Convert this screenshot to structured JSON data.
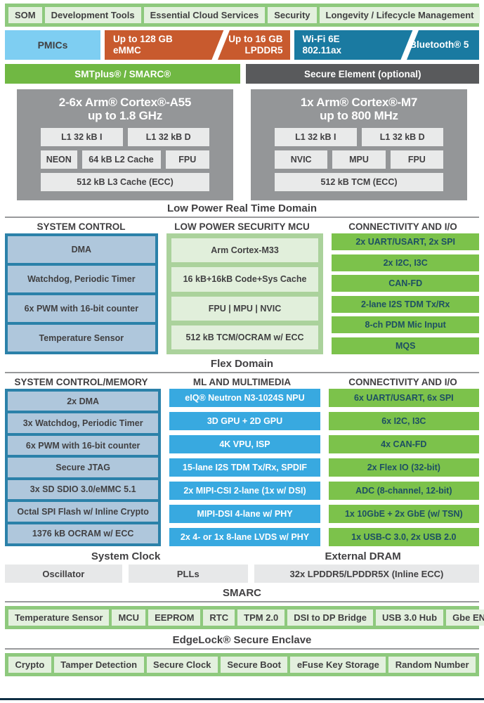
{
  "colors": {
    "band_green": "#8ec97d",
    "band_box_green": "#e3f0de",
    "pmics_blue": "#7ecef2",
    "memory_orange": "#c85a2e",
    "wireless_teal": "#1a7aa1",
    "smtplus_green": "#70b843",
    "secure_element_gray": "#595a5c",
    "cpu_gray": "#949698",
    "cpu_box_gray": "#e9eaea",
    "control_border_teal": "#2b81a9",
    "control_box_blue": "#afc7dc",
    "security_mcu_green": "#abd29c",
    "security_mcu_box": "#e1efdb",
    "connectivity_green": "#7cc24b",
    "connectivity_text": "#1d4f63",
    "ml_blue": "#38a9e0",
    "text_dark": "#414042",
    "divider_gray": "#98999b",
    "footer_navy": "#0f2f45"
  },
  "top_band": {
    "items": [
      "SOM",
      "Development Tools",
      "Essential Cloud Services",
      "Security",
      "Longevity / Lifecycle Management"
    ]
  },
  "hardware_row": {
    "pmics": "PMICs",
    "memory": {
      "left_line1": "Up to 128 GB",
      "left_line2": "eMMC",
      "right_line1": "Up to 16 GB",
      "right_line2": "LPDDR5"
    },
    "wireless": {
      "left_line1": "Wi-Fi 6E",
      "left_line2": "802.11ax",
      "right": "Bluetooth® 5"
    }
  },
  "platform_bars": {
    "smtplus": "SMTplus® / SMARC®",
    "secure_element": "Secure Element (optional)"
  },
  "cpu_blocks": {
    "a55": {
      "title_line1": "2-6x Arm® Cortex®-A55",
      "title_line2": "up to 1.8 GHz",
      "row1": [
        "L1 32 kB I",
        "L1 32 kB D"
      ],
      "row2": [
        "NEON",
        "64 kB L2 Cache",
        "FPU"
      ],
      "row3": "512 kB L3 Cache (ECC)"
    },
    "m7": {
      "title_line1": "1x Arm® Cortex®-M7",
      "title_line2": "up to 800 MHz",
      "row1": [
        "L1 32 kB I",
        "L1 32 kB D"
      ],
      "row2": [
        "NVIC",
        "MPU",
        "FPU"
      ],
      "row3": "512 kB TCM (ECC)"
    }
  },
  "section_titles": {
    "low_power": "Low Power Real Time Domain",
    "flex": "Flex Domain",
    "system_clock": "System Clock",
    "external_dram": "External DRAM",
    "smarc": "SMARC",
    "edgelock": "EdgeLock® Secure Enclave"
  },
  "flex_domain": {
    "headers": [
      "SYSTEM CONTROL",
      "LOW POWER SECURITY MCU",
      "CONNECTIVITY AND I/O"
    ],
    "system_control": [
      "DMA",
      "Watchdog, Periodic Timer",
      "6x PWM with 16-bit counter",
      "Temperature Sensor"
    ],
    "security_mcu": [
      "Arm Cortex-M33",
      "16 kB+16kB Code+Sys Cache",
      "FPU | MPU | NVIC",
      "512 kB TCM/OCRAM w/ ECC"
    ],
    "connectivity": [
      "2x UART/USART, 2x SPI",
      "2x I2C, I3C",
      "CAN-FD",
      "2-lane I2S TDM Tx/Rx",
      "8-ch PDM Mic Input",
      "MQS"
    ]
  },
  "main_domain": {
    "headers": [
      "SYSTEM CONTROL/MEMORY",
      "ML AND MULTIMEDIA",
      "CONNECTIVITY AND I/O"
    ],
    "system_control_memory": [
      "2x DMA",
      "3x Watchdog, Periodic Timer",
      "6x PWM with 16-bit counter",
      "Secure JTAG",
      "3x SD SDIO 3.0/eMMC 5.1",
      "Octal SPI Flash w/ Inline Crypto",
      "1376 kB OCRAM w/ ECC"
    ],
    "ml_multimedia": [
      "eIQ® Neutron N3-1024S NPU",
      "3D GPU + 2D GPU",
      "4K VPU, ISP",
      "15-lane I2S TDM Tx/Rx, SPDIF",
      "2x MIPI-CSI 2-lane (1x w/ DSI)",
      "MIPI-DSI 4-lane w/ PHY",
      "2x 4- or 1x 8-lane LVDS w/ PHY"
    ],
    "connectivity": [
      "6x UART/USART, 6x SPI",
      "6x I2C, I3C",
      "4x CAN-FD",
      "2x Flex IO (32-bit)",
      "ADC (8-channel, 12-bit)",
      "1x 10GbE + 2x GbE (w/ TSN)",
      "1x USB-C 3.0, 2x USB 2.0"
    ]
  },
  "clock_dram": {
    "oscillator": "Oscillator",
    "plls": "PLLs",
    "dram": "32x LPDDR5/LPDDR5X (Inline ECC)"
  },
  "smarc_features": [
    "Temperature Sensor",
    "MCU",
    "EEPROM",
    "RTC",
    "TPM 2.0",
    "DSI to DP Bridge",
    "USB 3.0 Hub",
    "Gbe ENET PHY"
  ],
  "edgelock_features": [
    "Crypto",
    "Tamper Detection",
    "Secure Clock",
    "Secure Boot",
    "eFuse Key Storage",
    "Random Number"
  ]
}
